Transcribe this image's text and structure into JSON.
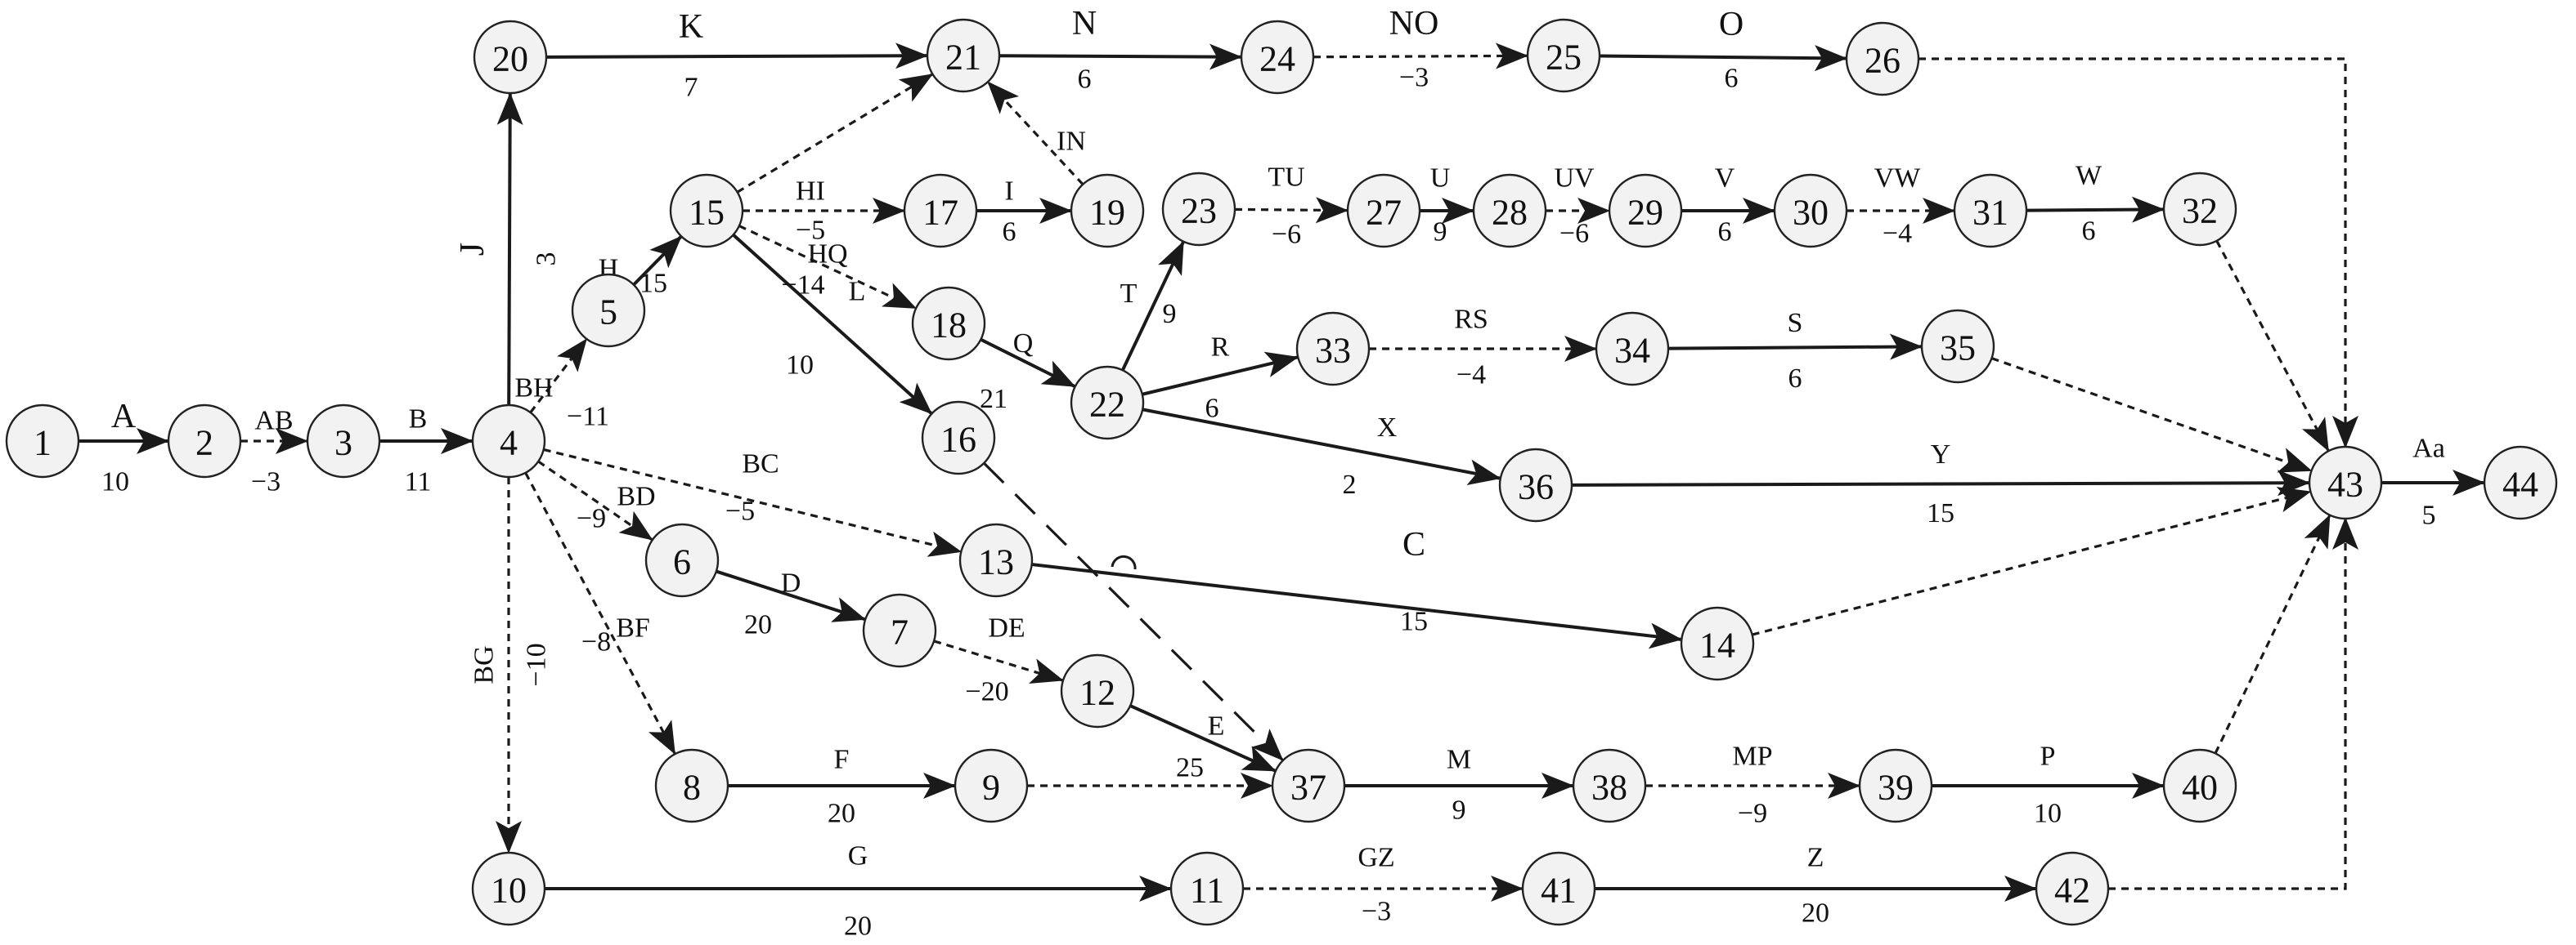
{
  "nodes": [
    "1",
    "2",
    "3",
    "4",
    "5",
    "6",
    "7",
    "8",
    "9",
    "10",
    "11",
    "12",
    "13",
    "14",
    "15",
    "16",
    "17",
    "18",
    "19",
    "20",
    "21",
    "22",
    "23",
    "24",
    "25",
    "26",
    "27",
    "28",
    "29",
    "30",
    "31",
    "32",
    "33",
    "34",
    "35",
    "36",
    "37",
    "38",
    "39",
    "40",
    "41",
    "42",
    "43",
    "44"
  ],
  "activities": [
    {
      "from": "1",
      "to": "2",
      "name": "A",
      "duration": "10",
      "style": "solid"
    },
    {
      "from": "2",
      "to": "3",
      "name": "AB",
      "duration": "−3",
      "style": "dummy"
    },
    {
      "from": "3",
      "to": "4",
      "name": "B",
      "duration": "11",
      "style": "solid"
    },
    {
      "from": "4",
      "to": "20",
      "name": "J",
      "duration": "3",
      "style": "solid"
    },
    {
      "from": "4",
      "to": "5",
      "name": "BH",
      "duration": "−11",
      "style": "dummy"
    },
    {
      "from": "5",
      "to": "15",
      "name": "H",
      "duration": "15",
      "style": "solid"
    },
    {
      "from": "4",
      "to": "6",
      "name": "BD",
      "duration": "−9",
      "style": "dummy"
    },
    {
      "from": "4",
      "to": "13",
      "name": "BC",
      "duration": "−5",
      "style": "dummy"
    },
    {
      "from": "4",
      "to": "8",
      "name": "BF",
      "duration": "−8",
      "style": "dummy"
    },
    {
      "from": "4",
      "to": "10",
      "name": "BG",
      "duration": "−10",
      "style": "dummy"
    },
    {
      "from": "20",
      "to": "21",
      "name": "K",
      "duration": "7",
      "style": "solid"
    },
    {
      "from": "21",
      "to": "24",
      "name": "N",
      "duration": "6",
      "style": "solid"
    },
    {
      "from": "24",
      "to": "25",
      "name": "NO",
      "duration": "−3",
      "style": "dummy"
    },
    {
      "from": "25",
      "to": "26",
      "name": "O",
      "duration": "6",
      "style": "solid"
    },
    {
      "from": "26",
      "to": "43",
      "name": "",
      "duration": "",
      "style": "dummy"
    },
    {
      "from": "15",
      "to": "21",
      "name": "",
      "duration": "",
      "style": "dummy"
    },
    {
      "from": "15",
      "to": "17",
      "name": "HI",
      "duration": "−5",
      "style": "dummy"
    },
    {
      "from": "17",
      "to": "19",
      "name": "I",
      "duration": "6",
      "style": "solid"
    },
    {
      "from": "19",
      "to": "21",
      "name": "IN",
      "duration": "",
      "style": "dummy"
    },
    {
      "from": "15",
      "to": "18",
      "name": "HQ",
      "duration": "−14",
      "style": "dummy"
    },
    {
      "from": "15",
      "to": "16",
      "name": "L",
      "duration": "10",
      "style": "solid"
    },
    {
      "from": "18",
      "to": "22",
      "name": "Q",
      "duration": "21",
      "style": "solid"
    },
    {
      "from": "22",
      "to": "23",
      "name": "T",
      "duration": "9",
      "style": "solid"
    },
    {
      "from": "23",
      "to": "27",
      "name": "TU",
      "duration": "−6",
      "style": "dummy"
    },
    {
      "from": "27",
      "to": "28",
      "name": "U",
      "duration": "9",
      "style": "solid"
    },
    {
      "from": "28",
      "to": "29",
      "name": "UV",
      "duration": "−6",
      "style": "dummy"
    },
    {
      "from": "29",
      "to": "30",
      "name": "V",
      "duration": "6",
      "style": "solid"
    },
    {
      "from": "30",
      "to": "31",
      "name": "VW",
      "duration": "−4",
      "style": "dummy"
    },
    {
      "from": "31",
      "to": "32",
      "name": "W",
      "duration": "6",
      "style": "solid"
    },
    {
      "from": "32",
      "to": "43",
      "name": "",
      "duration": "",
      "style": "dummy"
    },
    {
      "from": "22",
      "to": "33",
      "name": "R",
      "duration": "6",
      "style": "solid"
    },
    {
      "from": "33",
      "to": "34",
      "name": "RS",
      "duration": "−4",
      "style": "dummy"
    },
    {
      "from": "34",
      "to": "35",
      "name": "S",
      "duration": "6",
      "style": "solid"
    },
    {
      "from": "35",
      "to": "43",
      "name": "",
      "duration": "",
      "style": "dummy"
    },
    {
      "from": "22",
      "to": "36",
      "name": "X",
      "duration": "2",
      "style": "solid"
    },
    {
      "from": "36",
      "to": "43",
      "name": "Y",
      "duration": "15",
      "style": "solid"
    },
    {
      "from": "43",
      "to": "44",
      "name": "Aa",
      "duration": "5",
      "style": "solid"
    },
    {
      "from": "16",
      "to": "37",
      "name": "",
      "duration": "",
      "style": "dashlong"
    },
    {
      "from": "13",
      "to": "14",
      "name": "C",
      "duration": "15",
      "style": "solid"
    },
    {
      "from": "14",
      "to": "43",
      "name": "",
      "duration": "",
      "style": "dummy"
    },
    {
      "from": "6",
      "to": "7",
      "name": "D",
      "duration": "20",
      "style": "solid"
    },
    {
      "from": "7",
      "to": "12",
      "name": "DE",
      "duration": "−20",
      "style": "dummy"
    },
    {
      "from": "12",
      "to": "37",
      "name": "E",
      "duration": "25",
      "style": "solid"
    },
    {
      "from": "8",
      "to": "9",
      "name": "F",
      "duration": "20",
      "style": "solid"
    },
    {
      "from": "9",
      "to": "37",
      "name": "",
      "duration": "",
      "style": "dummy"
    },
    {
      "from": "37",
      "to": "38",
      "name": "M",
      "duration": "9",
      "style": "solid"
    },
    {
      "from": "38",
      "to": "39",
      "name": "MP",
      "duration": "−9",
      "style": "dummy"
    },
    {
      "from": "39",
      "to": "40",
      "name": "P",
      "duration": "10",
      "style": "solid"
    },
    {
      "from": "40",
      "to": "43",
      "name": "",
      "duration": "",
      "style": "dummy"
    },
    {
      "from": "10",
      "to": "11",
      "name": "G",
      "duration": "20",
      "style": "solid"
    },
    {
      "from": "11",
      "to": "41",
      "name": "GZ",
      "duration": "−3",
      "style": "dummy"
    },
    {
      "from": "41",
      "to": "42",
      "name": "Z",
      "duration": "20",
      "style": "solid"
    },
    {
      "from": "42",
      "to": "43",
      "name": "",
      "duration": "",
      "style": "dummy"
    }
  ]
}
